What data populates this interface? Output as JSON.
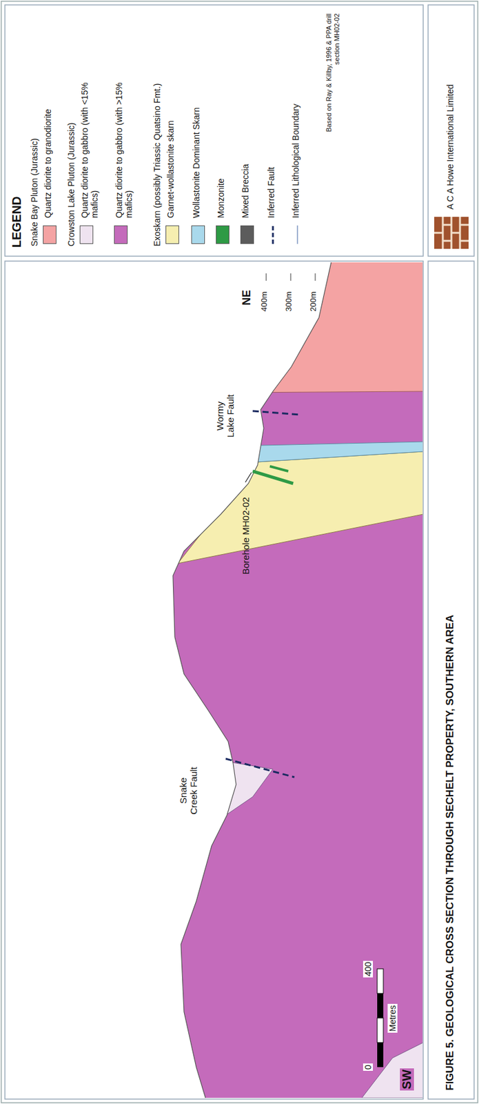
{
  "diagram": {
    "caption": "FIGURE 5. GEOLOGICAL CROSS SECTION THROUGH SECHELT PROPERTY, SOUTHERN AREA",
    "labels": [
      "LEGEND",
      "Snake Bay Pluton (Jurassic)",
      "Crowston Lake Pluton (Jurassic)",
      "Exoskarn (possibly Triassic Quatsino Fmt.)",
      "Based on Ray & Killby, 1996 & PPA drill section MH02-02",
      "A C A Howe International Limited",
      "SW",
      "NE",
      "400m",
      "300m",
      "200m",
      "Snake Creek Fault",
      "Wormy Lake Fault",
      "Borehole MH02-02",
      "0",
      "400",
      "Metres"
    ],
    "legend": [
      {
        "text": "Quartz diorite to granodiorite",
        "color": "#f4a3a3"
      },
      {
        "text": "Quartz diorite to gabbro (with <15% mafics)",
        "color": "#efe3f0"
      },
      {
        "text": "Quartz diorite to gabbro (with >15% mafics)",
        "color": "#c46bbb"
      },
      {
        "text": "Garnet-wollastonite skarn",
        "color": "#f6eeb0"
      },
      {
        "text": "Wollastonite Dominant Skarn",
        "color": "#a9d9ec"
      },
      {
        "text": "Monzonite",
        "color": "#2e9a45"
      },
      {
        "text": "Mixed Breccia",
        "color": "#5c5c5c"
      },
      {
        "text": "Inferred Fault"
      },
      {
        "text": "Inferred Lithological Boundary"
      }
    ]
  }
}
